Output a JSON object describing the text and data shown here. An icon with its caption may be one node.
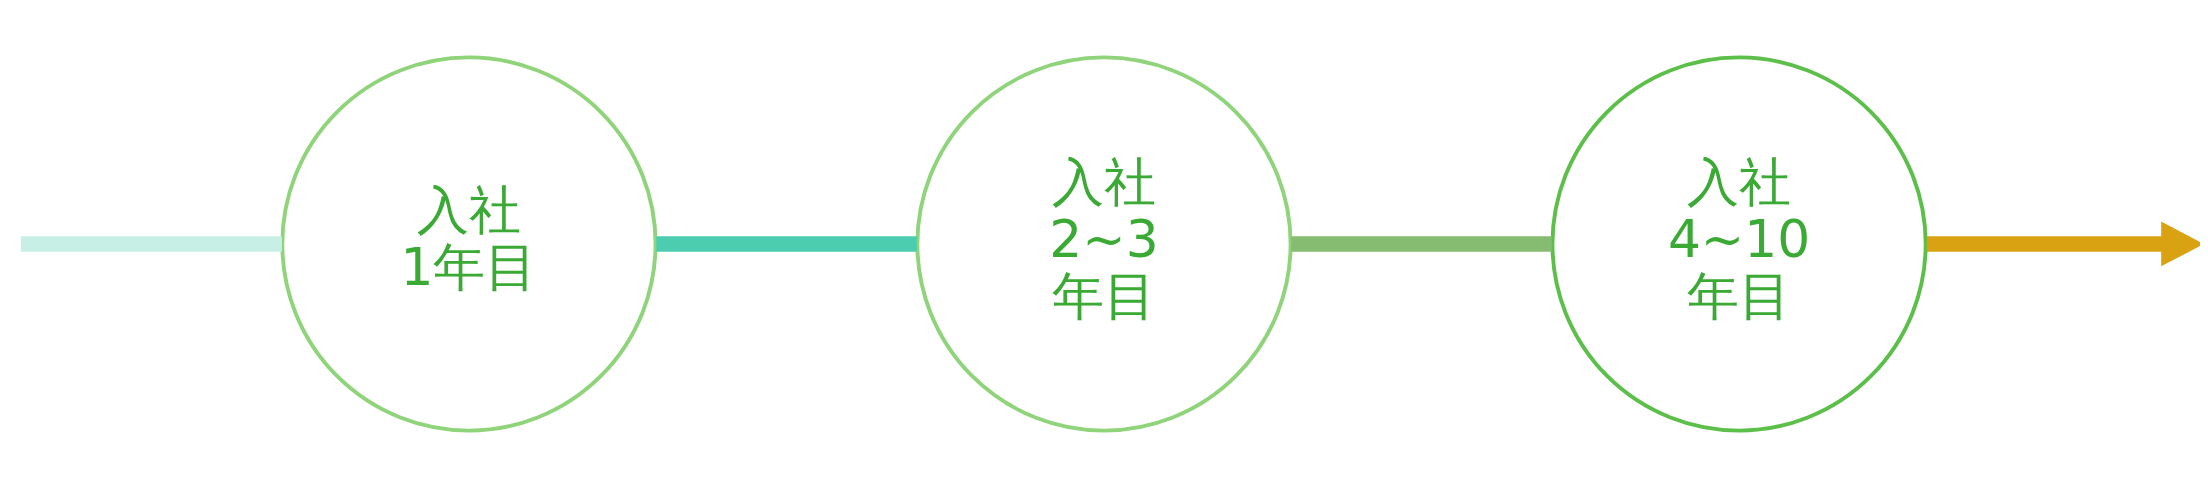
{
  "diagram": {
    "nodes": [
      {
        "text": [
          "入社",
          "1年目"
        ]
      },
      {
        "text": [
          "入社",
          "2~3",
          "年目"
        ]
      },
      {
        "text": [
          "入社",
          "4~10",
          "年目"
        ]
      }
    ],
    "edges": [
      {
        "from": null,
        "to": 0,
        "arrow": "none",
        "color": "#c8efe6"
      },
      {
        "from": 0,
        "to": 1,
        "arrow": "none",
        "color": "#4ccdb0"
      },
      {
        "from": 1,
        "to": 2,
        "arrow": "none",
        "color": "#86bb72"
      },
      {
        "from": 2,
        "to": null,
        "arrow": "to",
        "color": "#d9a212"
      }
    ]
  }
}
